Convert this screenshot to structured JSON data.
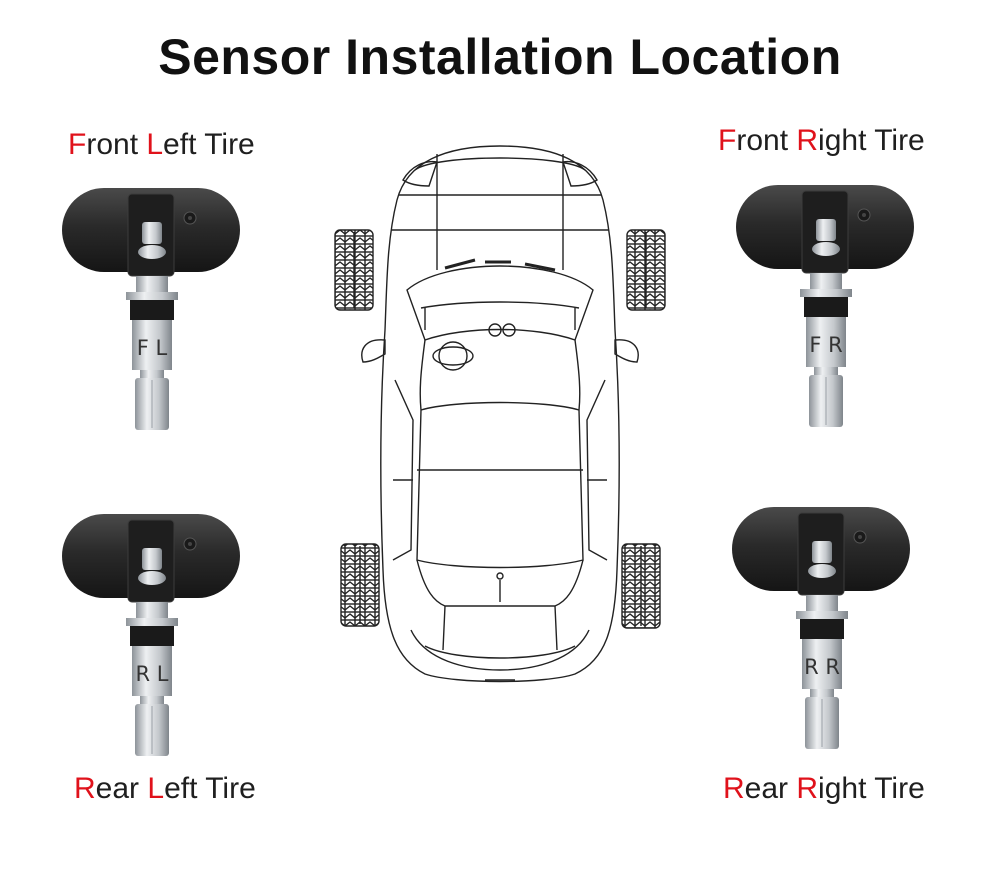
{
  "title": "Sensor Installation Location",
  "labels": {
    "front_left": {
      "first": "F",
      "rest1": "ront ",
      "second": "L",
      "rest2": "eft Tire"
    },
    "front_right": {
      "first": "F",
      "rest1": "ront ",
      "second": "R",
      "rest2": "ight Tire"
    },
    "rear_left": {
      "first": "R",
      "rest1": "ear ",
      "second": "L",
      "rest2": "eft Tire"
    },
    "rear_right": {
      "first": "R",
      "rest1": "ear ",
      "second": "R",
      "rest2": "ight Tire"
    }
  },
  "sensors": {
    "front_left": {
      "code": "F L"
    },
    "front_right": {
      "code": "F R"
    },
    "rear_left": {
      "code": "R L"
    },
    "rear_right": {
      "code": "R R"
    }
  },
  "colors": {
    "highlight": "#e0121b",
    "text": "#1f1f1f",
    "sensor_body": "#2b2b2b",
    "valve_metal": "#c9cdd1"
  }
}
